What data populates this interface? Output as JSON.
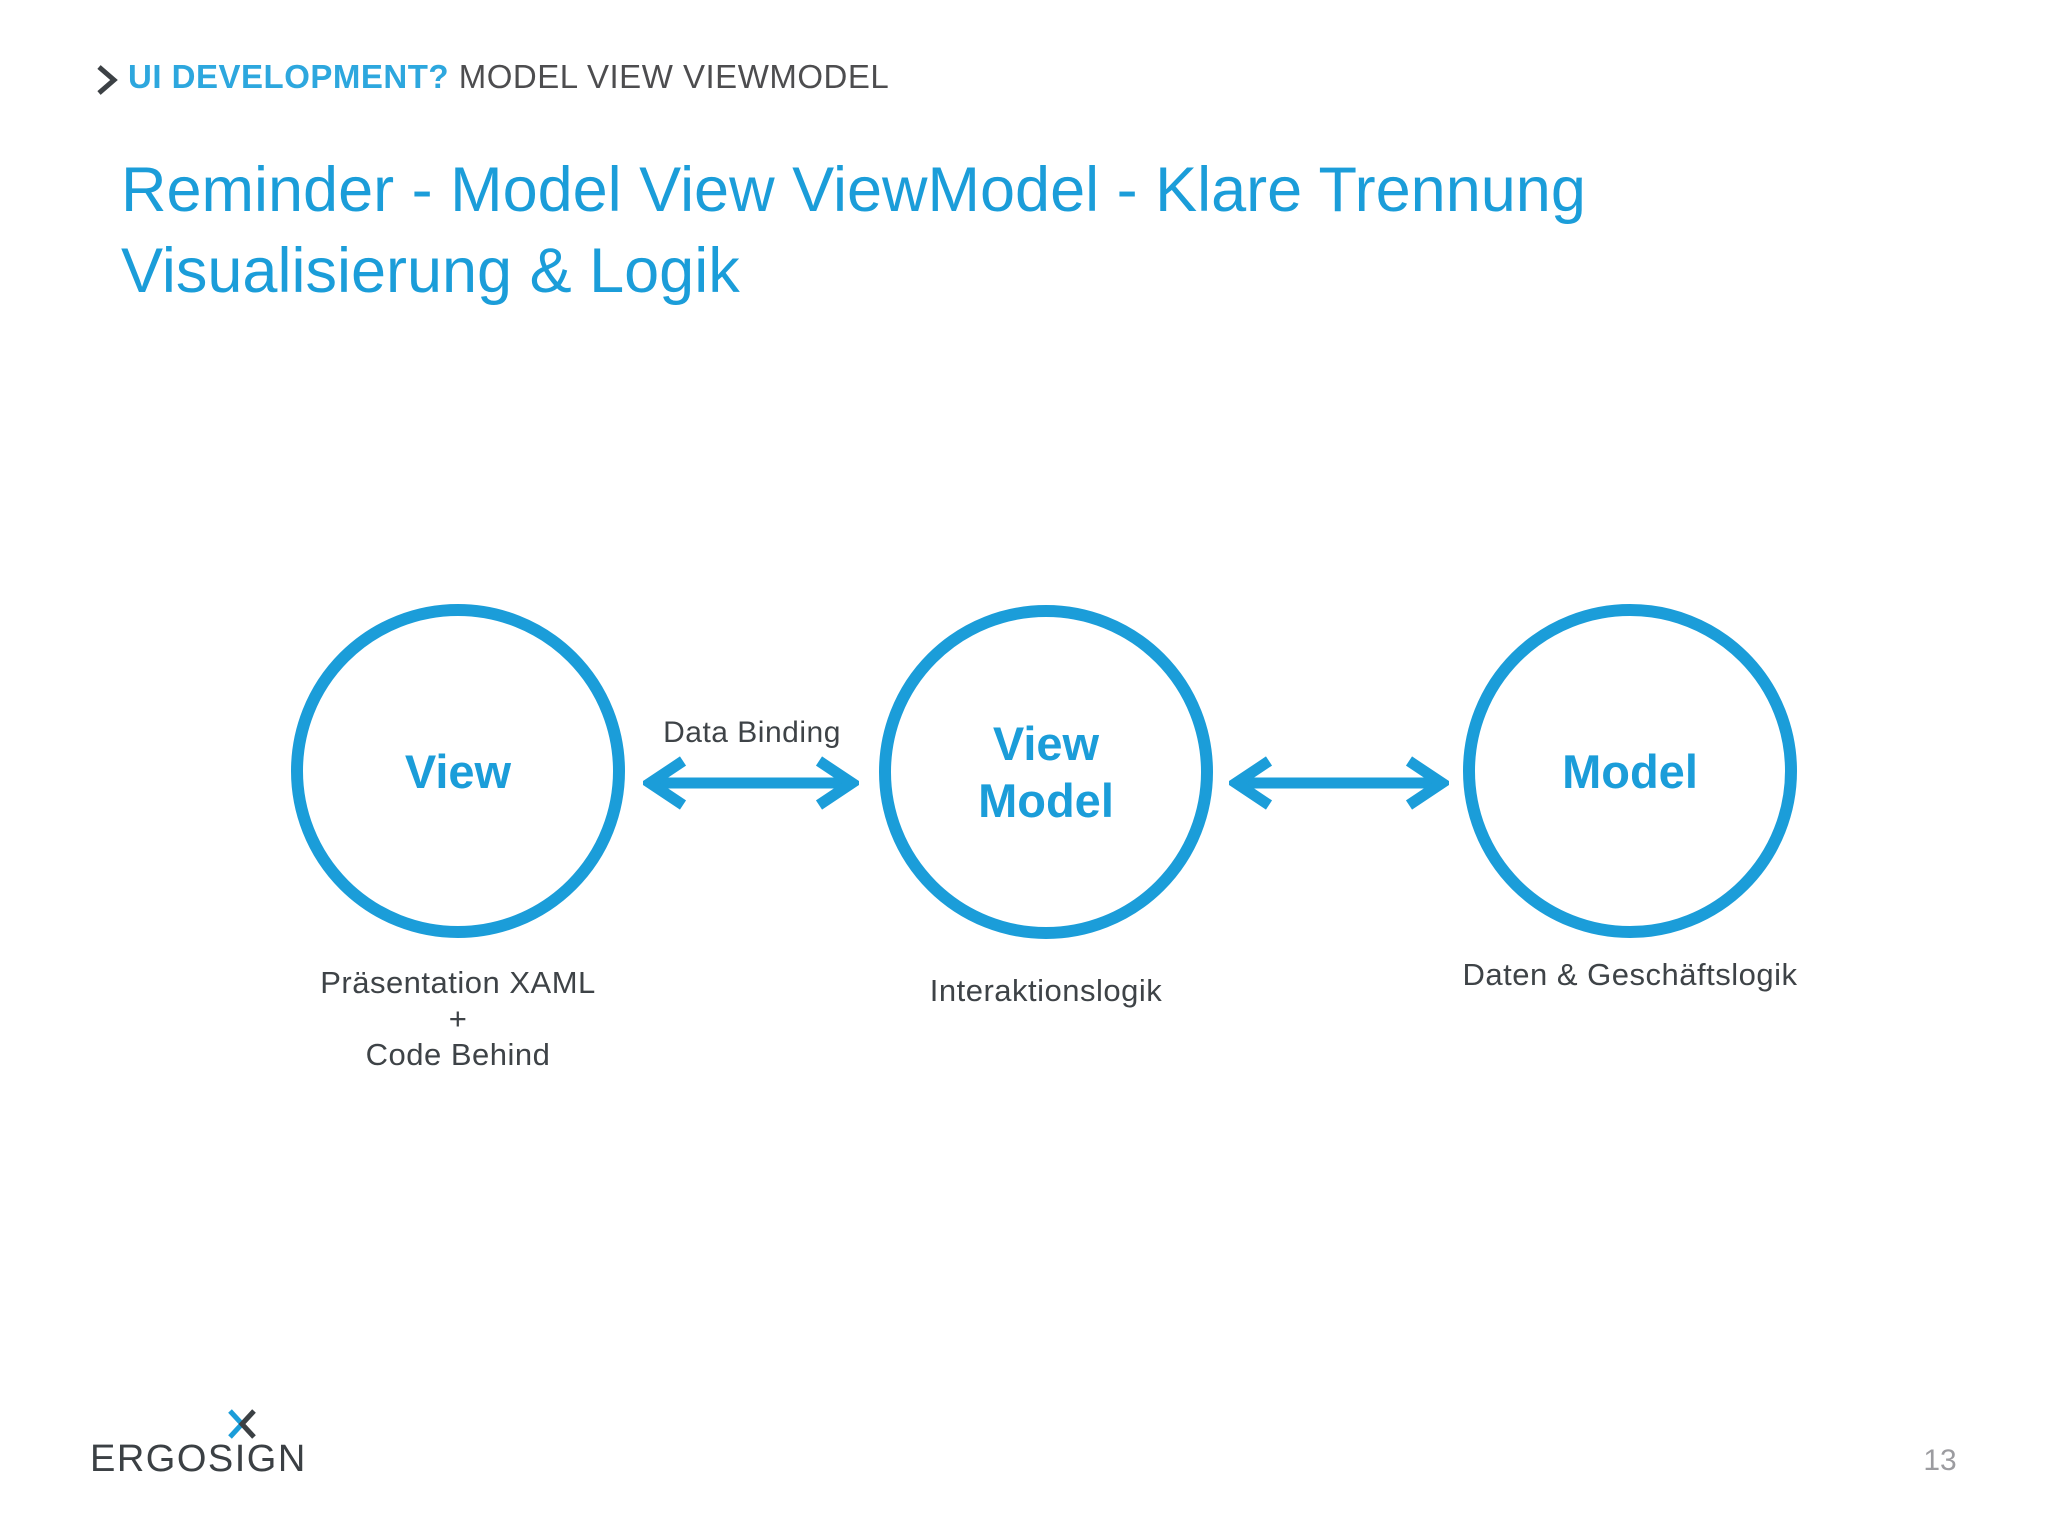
{
  "header": {
    "kicker_highlight": "UI DEVELOPMENT?",
    "kicker_rest": "MODEL VIEW VIEWMODEL"
  },
  "title": {
    "line1": "Reminder - Model View ViewModel - Klare Trennung",
    "line2": "Visualisierung & Logik"
  },
  "diagram": {
    "nodes": [
      {
        "label_lines": [
          "View"
        ],
        "caption_lines": [
          "Präsentation XAML",
          "+",
          "Code Behind"
        ]
      },
      {
        "label_lines": [
          "View",
          "Model"
        ],
        "caption_lines": [
          "Interaktionslogik"
        ]
      },
      {
        "label_lines": [
          "Model"
        ],
        "caption_lines": [
          "Daten & Geschäftslogik"
        ]
      }
    ],
    "connections": [
      {
        "label": "Data Binding",
        "type": "bidirectional-arrow"
      },
      {
        "label": "",
        "type": "bidirectional-arrow"
      }
    ]
  },
  "footer": {
    "logo_text": "ERGOSIGN",
    "page_number": "13"
  },
  "colors": {
    "brand_blue": "#1b9dd9",
    "header_blue": "#2da7de",
    "header_gray": "#4d4d4f",
    "label_gray": "#3e4347",
    "logo_dark": "#3b4044",
    "page_number_gray": "#9c9ca0"
  }
}
